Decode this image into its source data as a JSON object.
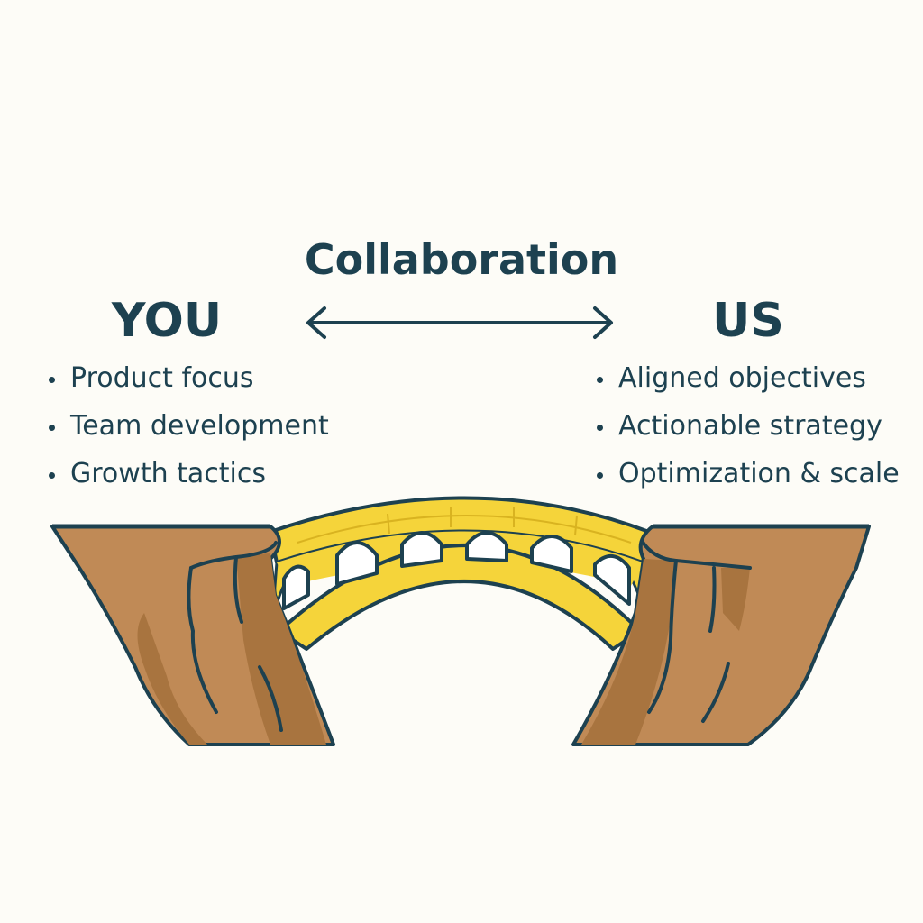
{
  "title": "Collaboration",
  "you": {
    "heading": "YOU",
    "items": [
      "Product focus",
      "Team development",
      "Growth tactics"
    ]
  },
  "us": {
    "heading": "US",
    "items": [
      "Aligned objectives",
      "Actionable strategy",
      "Optimization & scale"
    ]
  },
  "colors": {
    "text": "#1d4150",
    "cliff": "#c08a56",
    "cliff_shadow": "#a8743f",
    "bridge": "#f5d43a",
    "outline": "#1d4150",
    "background": "#fdfcf7"
  },
  "icons": {
    "arrow": "double-headed-arrow-icon",
    "illustration": "bridge-between-cliffs-illustration"
  }
}
